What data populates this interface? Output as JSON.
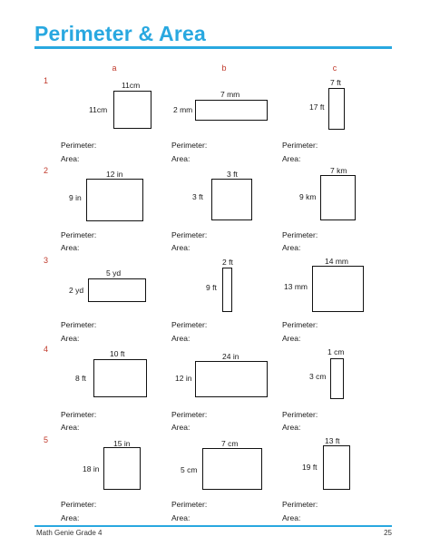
{
  "title": "Perimeter & Area",
  "columns": [
    "a",
    "b",
    "c"
  ],
  "row_numbers": [
    "1",
    "2",
    "3",
    "4",
    "5"
  ],
  "perimeter_label": "Perimeter:",
  "area_label": "Area:",
  "problems": [
    [
      {
        "width": "11cm",
        "height": "11cm"
      },
      {
        "width": "7 mm",
        "height": "2 mm"
      },
      {
        "width": "7 ft",
        "height": "17 ft"
      }
    ],
    [
      {
        "width": "12 in",
        "height": "9 in"
      },
      {
        "width": "3 ft",
        "height": "3 ft"
      },
      {
        "width": "7 km",
        "height": "9 km"
      }
    ],
    [
      {
        "width": "5 yd",
        "height": "2 yd"
      },
      {
        "width": "2 ft",
        "height": "9 ft"
      },
      {
        "width": "14 mm",
        "height": "13 mm"
      }
    ],
    [
      {
        "width": "10 ft",
        "height": "8 ft"
      },
      {
        "width": "24 in",
        "height": "12 in"
      },
      {
        "width": "1 cm",
        "height": "3 cm"
      }
    ],
    [
      {
        "width": "15 in",
        "height": "18 in"
      },
      {
        "width": "7 cm",
        "height": "5 cm"
      },
      {
        "width": "13 ft",
        "height": "19 ft"
      }
    ]
  ],
  "footer": {
    "book": "Math Genie Grade 4",
    "page": "25"
  }
}
